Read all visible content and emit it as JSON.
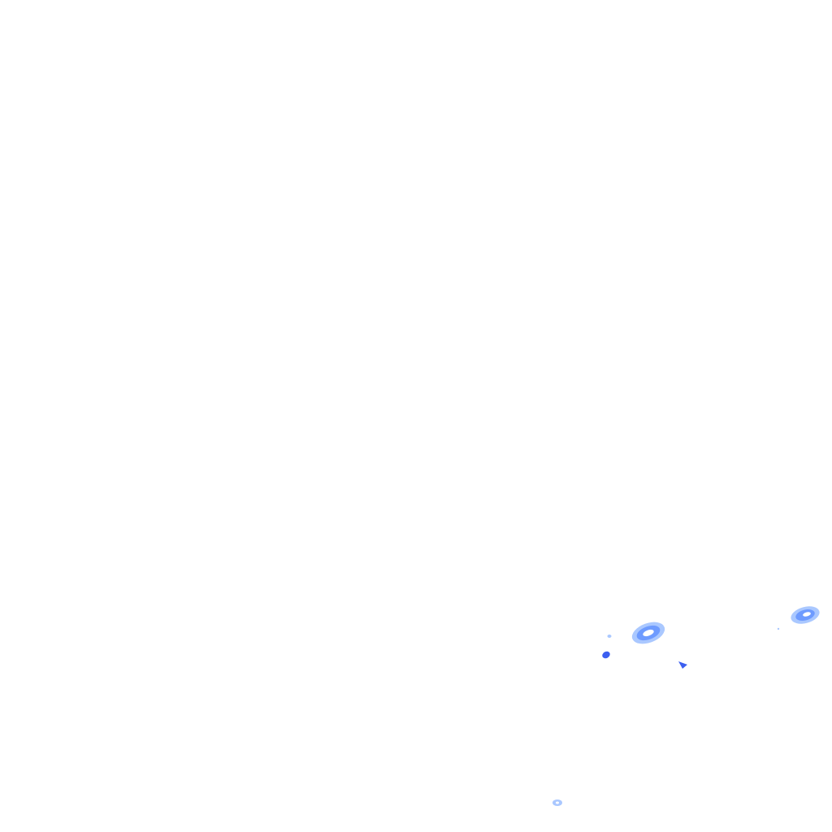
{
  "overlay": {
    "type": "precipitation-radar",
    "background": "#ffffff",
    "palette": {
      "light": "#aac8ff",
      "medium": "#6e9bff",
      "strong": "#3c5ff0",
      "core": "#ffffff"
    },
    "echoes": [
      {
        "id": "cell-1",
        "intensity": "medium"
      },
      {
        "id": "cell-2",
        "intensity": "medium"
      },
      {
        "id": "cell-3",
        "intensity": "strong"
      },
      {
        "id": "cell-4",
        "intensity": "strong"
      },
      {
        "id": "cell-5",
        "intensity": "light"
      },
      {
        "id": "cell-6",
        "intensity": "light"
      }
    ]
  }
}
